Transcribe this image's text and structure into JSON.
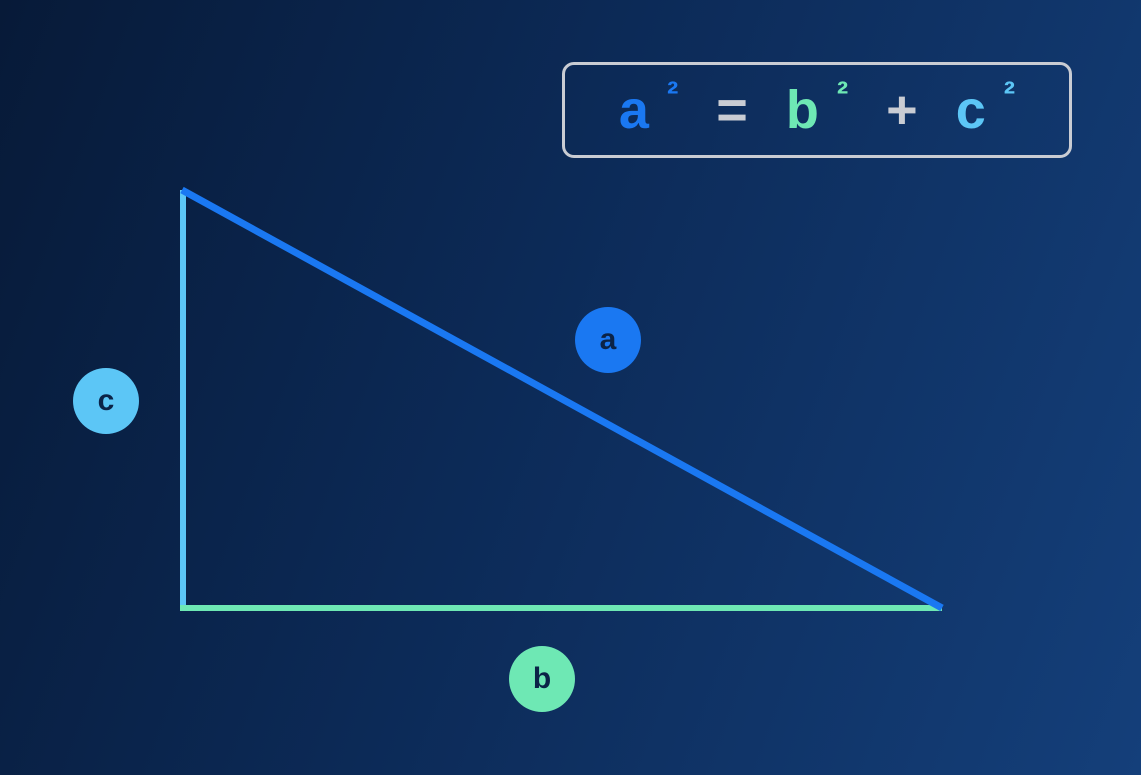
{
  "formula": {
    "term_a": "a",
    "term_b": "b",
    "term_c": "c",
    "square": "²",
    "equals": "=",
    "plus": "+"
  },
  "labels": {
    "a": "a",
    "b": "b",
    "c": "c"
  },
  "colors": {
    "a": "#1a78f2",
    "b": "#6ee8b4",
    "c": "#5cc6f6",
    "formula_border": "#c9ccd3",
    "background_start": "#071a38",
    "background_end": "#143f7a"
  }
}
